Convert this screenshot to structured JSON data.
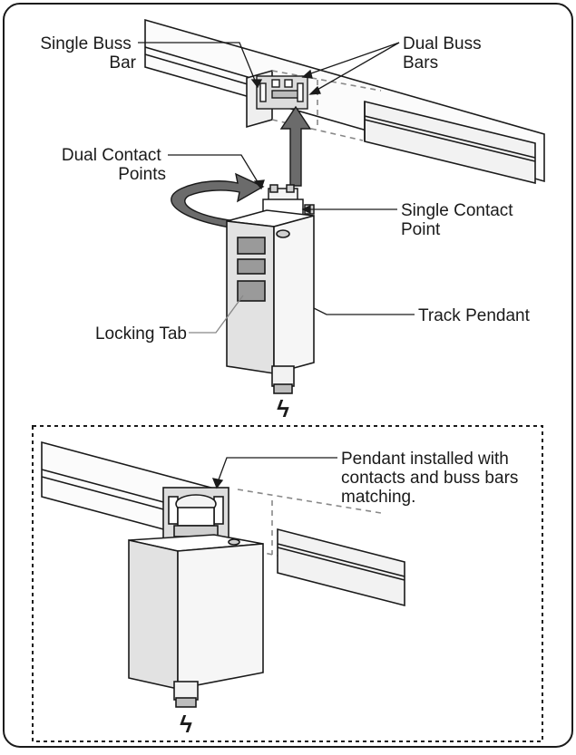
{
  "labels": {
    "single_buss_bar": [
      "Single Buss",
      "Bar"
    ],
    "dual_buss_bars": [
      "Dual Buss",
      "Bars"
    ],
    "dual_contact_points": [
      "Dual Contact",
      "Points"
    ],
    "single_contact_point": [
      "Single Contact",
      "Point"
    ],
    "track_pendant": "Track Pendant",
    "locking_tab": "Locking Tab",
    "pendant_installed": [
      "Pendant installed with",
      "contacts and buss bars",
      "matching."
    ]
  },
  "symbols": {
    "power_top": "ϟ",
    "power_bottom": "ϟ"
  },
  "colors": {
    "line": "#1a1a1a",
    "arrow": "#6b6b6b",
    "face_light": "#f4f4f4",
    "face_mid": "#dcdcdc",
    "face_dark": "#bdbdbd"
  },
  "icons": {
    "power": "lightning-bolt-icon",
    "rotate": "curved-rotation-arrow-icon",
    "insert": "upward-arrow-icon"
  }
}
